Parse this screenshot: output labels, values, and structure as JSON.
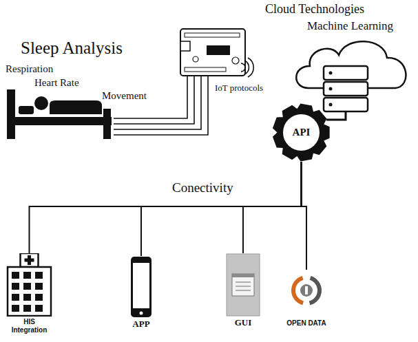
{
  "diagram": {
    "title": "Sleep Analysis",
    "nodes": [
      {
        "text": [
          "API"
        ]
      },
      {
        "text": [
          "HIS Integration"
        ]
      },
      {
        "text": [
          "APP"
        ]
      },
      {
        "text": [
          "GUI"
        ]
      },
      {
        "text": [
          "OPEN DATA"
        ]
      }
    ],
    "edges": [
      {
        "from": 0,
        "to": 1,
        "arrow": "none"
      },
      {
        "from": 0,
        "to": 2,
        "arrow": "none"
      },
      {
        "from": 0,
        "to": 3,
        "arrow": "none"
      },
      {
        "from": 0,
        "to": 4,
        "arrow": "none"
      }
    ],
    "labels": [
      "Cloud Technologies",
      "Machine Learning",
      "Respiration",
      "Heart Rate",
      "Movement",
      "IoT protocols",
      "Conectivity"
    ]
  }
}
